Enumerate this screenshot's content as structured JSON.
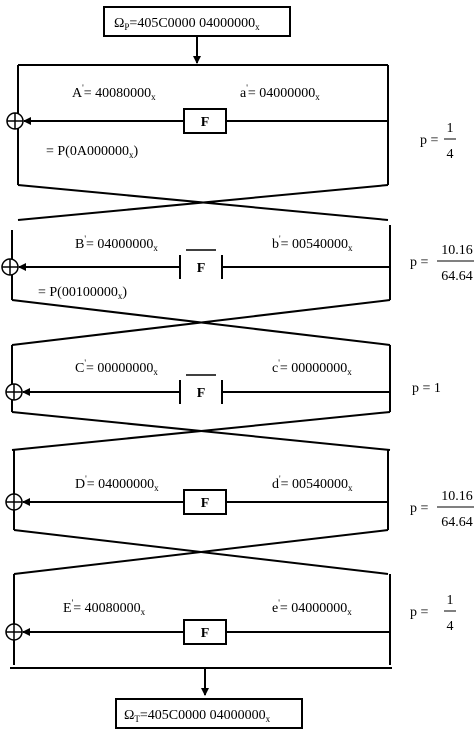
{
  "input": {
    "greek": "Ω",
    "sub": "P",
    "value": "=405C0000 04000000",
    "suffix": "x"
  },
  "output": {
    "greek": "Ω",
    "sub": "T",
    "value": "=405C0000 04000000",
    "suffix": "x"
  },
  "f_label": "F",
  "rounds": [
    {
      "left_var": "A",
      "left_val": "= 40080000",
      "right_var": "a",
      "right_val": "= 04000000",
      "perm": "= P(0A000000",
      "perm_close": ")",
      "prob_prefix": "p =",
      "prob_num": "1",
      "prob_den": "4",
      "prob_single": ""
    },
    {
      "left_var": "B",
      "left_val": "= 04000000",
      "right_var": "b",
      "right_val": "= 00540000",
      "perm": "= P(00100000",
      "perm_close": ")",
      "prob_prefix": "p =",
      "prob_num": "10.16",
      "prob_den": "64.64",
      "prob_single": ""
    },
    {
      "left_var": "C",
      "left_val": "= 00000000",
      "right_var": "c",
      "right_val": "= 00000000",
      "perm": "",
      "perm_close": "",
      "prob_prefix": "",
      "prob_num": "",
      "prob_den": "",
      "prob_single": "p = 1"
    },
    {
      "left_var": "D",
      "left_val": "= 04000000",
      "right_var": "d",
      "right_val": "= 00540000",
      "perm": "",
      "perm_close": "",
      "prob_prefix": "p =",
      "prob_num": "10.16",
      "prob_den": "64.64",
      "prob_single": ""
    },
    {
      "left_var": "E",
      "left_val": "= 40080000",
      "right_var": "e",
      "right_val": "= 04000000",
      "perm": "",
      "perm_close": "",
      "prob_prefix": "p =",
      "prob_num": "1",
      "prob_den": "4",
      "prob_single": ""
    }
  ]
}
